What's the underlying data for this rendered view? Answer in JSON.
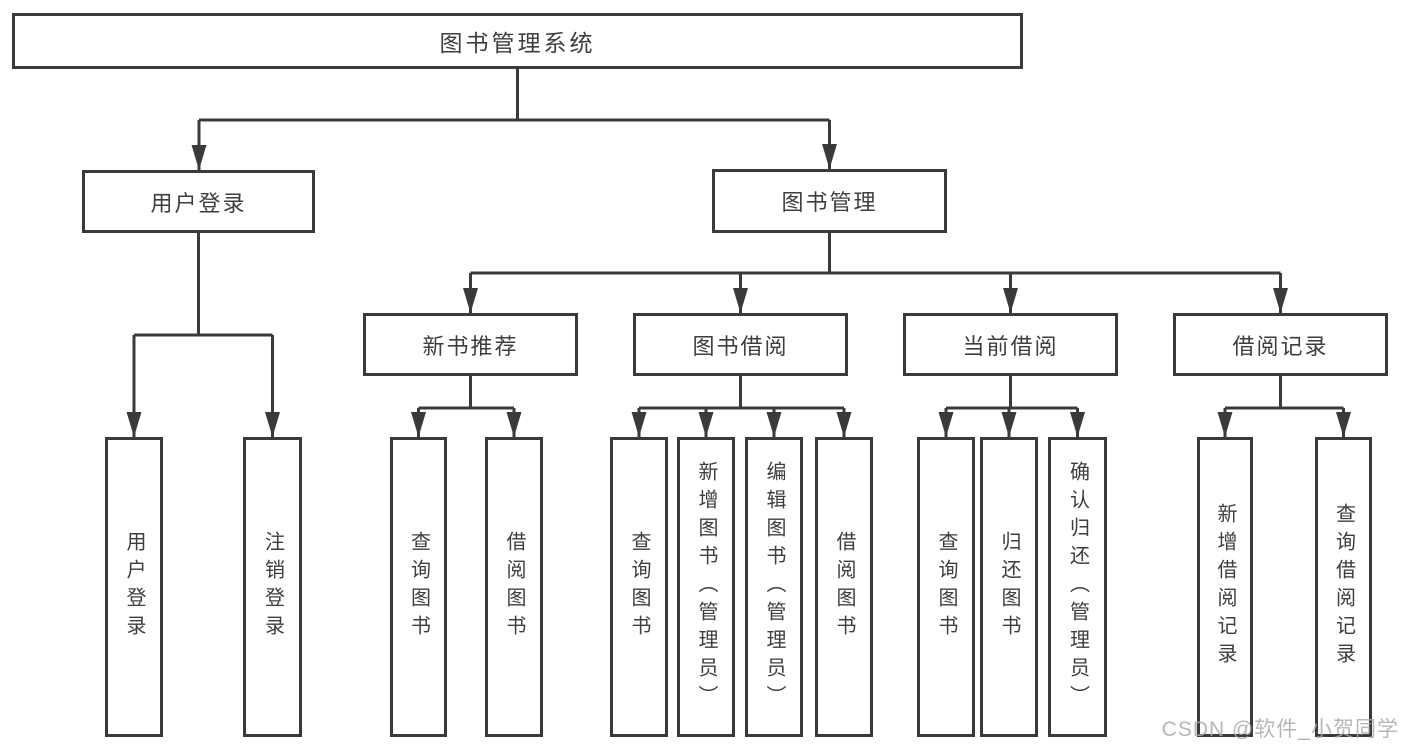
{
  "tree": {
    "root": {
      "label": "图书管理系统"
    },
    "user_login": {
      "label": "用户登录",
      "children": [
        {
          "label": "用户登录"
        },
        {
          "label": "注销登录"
        }
      ]
    },
    "book_management": {
      "label": "图书管理",
      "sections": [
        {
          "label": "新书推荐",
          "children": [
            {
              "label": "查询图书"
            },
            {
              "label": "借阅图书"
            }
          ]
        },
        {
          "label": "图书借阅",
          "children": [
            {
              "label": "查询图书"
            },
            {
              "label": "新增图书（管理员）"
            },
            {
              "label": "编辑图书（管理员）"
            },
            {
              "label": "借阅图书"
            }
          ]
        },
        {
          "label": "当前借阅",
          "children": [
            {
              "label": "查询图书"
            },
            {
              "label": "归还图书"
            },
            {
              "label": "确认归还（管理员）"
            }
          ]
        },
        {
          "label": "借阅记录",
          "children": [
            {
              "label": "新增借阅记录"
            },
            {
              "label": "查询借阅记录"
            }
          ]
        }
      ]
    }
  },
  "watermark": {
    "text": "CSDN @软件_小贺同学"
  },
  "colors": {
    "line": "#3a3a3a",
    "box_border": "#3a3a3a",
    "text": "#3e3e3e",
    "watermark": "#aaaaaa",
    "background": "#ffffff"
  }
}
